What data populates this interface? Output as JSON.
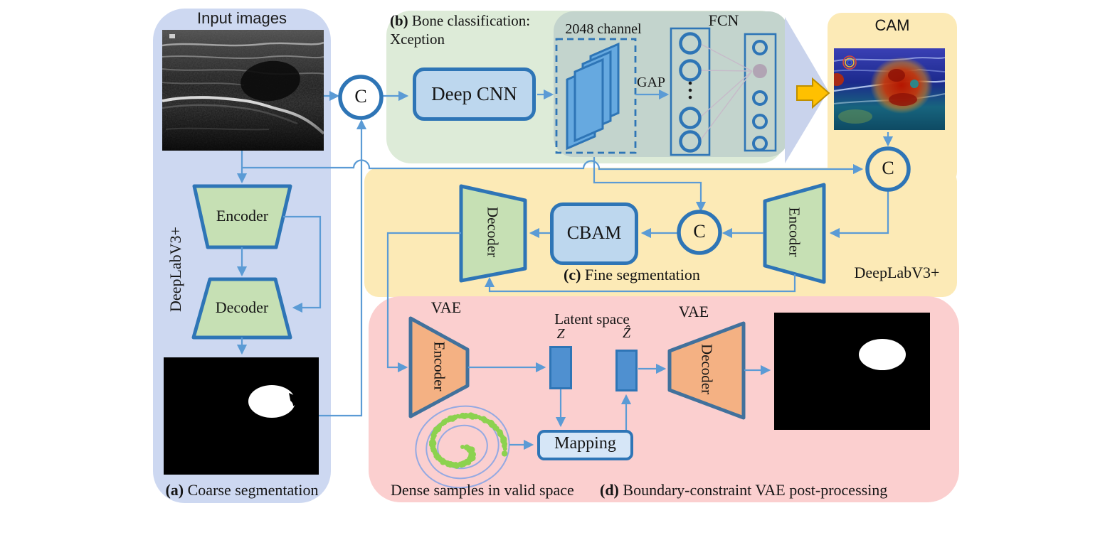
{
  "diagram": {
    "concat_symbol": "C",
    "panel_a": {
      "title": "Input images",
      "deeplab": "DeepLabV3+",
      "encoder": "Encoder",
      "decoder": "Decoder",
      "caption_prefix": "(a)",
      "caption": " Coarse segmentation"
    },
    "panel_b": {
      "label_prefix": "(b)",
      "label": " Bone classification:",
      "label_line2": "Xception",
      "deep_cnn": "Deep CNN",
      "channels": "2048 channel",
      "gap": "GAP",
      "fcn": "FCN",
      "cam": "CAM"
    },
    "panel_c": {
      "caption_prefix": "(c)",
      "caption": " Fine segmentation",
      "deeplab": "DeepLabV3+",
      "encoder": "Encoder",
      "decoder": "Decoder",
      "cbam": "CBAM"
    },
    "panel_d": {
      "vae_left": "VAE",
      "vae_right": "VAE",
      "latent_space": "Latent space",
      "z": "Z",
      "z_hat": "Ẑ",
      "mapping": "Mapping",
      "encoder": "Encoder",
      "decoder": "Decoder",
      "dense_samples": "Dense samples in valid space",
      "caption_prefix": "(d)",
      "caption": " Boundary-constraint VAE post-processing"
    },
    "colors": {
      "panel_blue": "#cdd8f1",
      "panel_green": "#ddebd8",
      "panel_teal_overlay": "#c3d4cd",
      "panel_yellow": "#fceab6",
      "panel_pink": "#fbcfcf",
      "arrow_blue": "#5b9bd5",
      "shape_border_blue": "#2e75b6",
      "trapezoid_green": "#c6e0b4",
      "trapezoid_orange": "#f4b183",
      "orange_border": "#41719c",
      "box_fill_blue": "#bdd7ee",
      "plane_blue": "#66a9e0",
      "latent_fill": "#4f90d0",
      "big_arrow_periwinkle": "#c9d3ec",
      "block_arrow_orange": "#ffc000",
      "dots_green": "#8cd24e",
      "cluster_ellipse": "#94a9e2"
    }
  }
}
